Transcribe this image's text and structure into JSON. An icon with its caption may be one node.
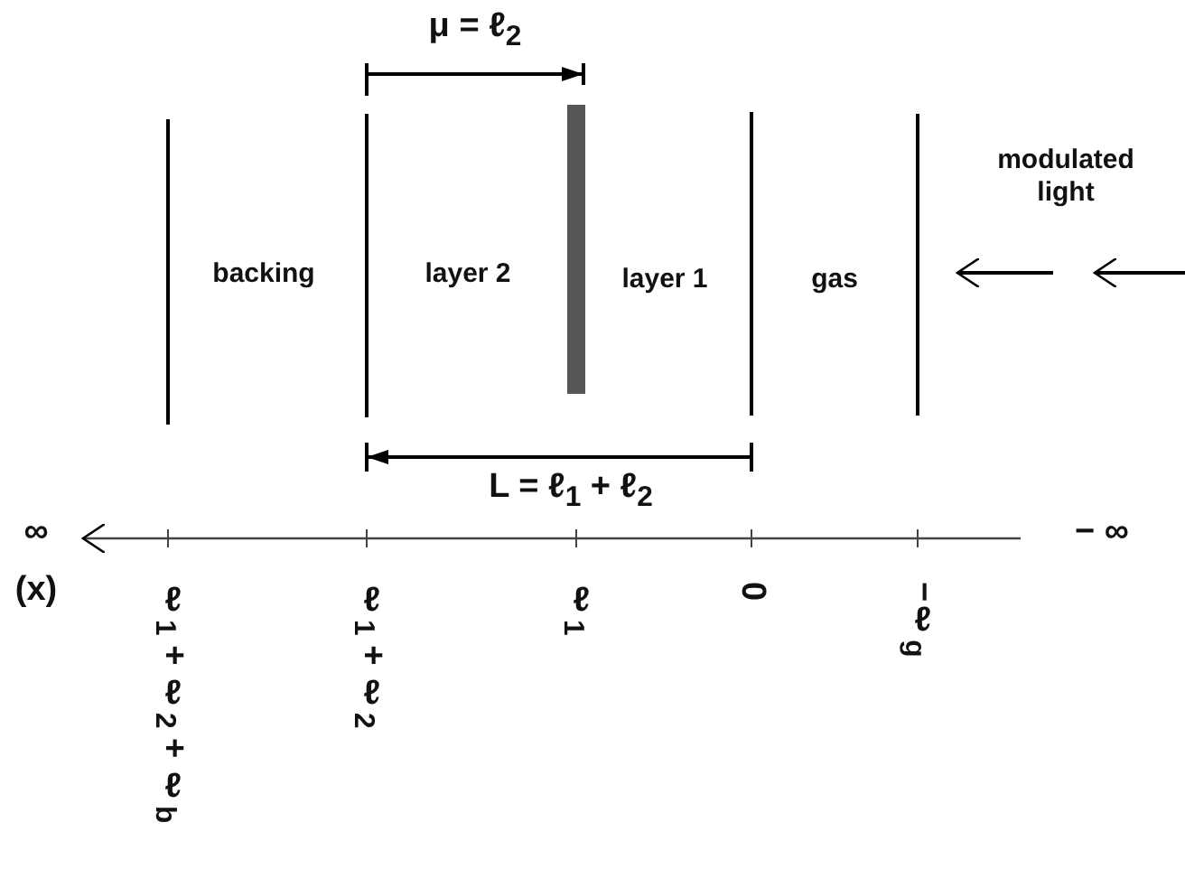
{
  "diagram": {
    "labels": [
      "μ = ℓ$_{2}$",
      "modulated light",
      "backing",
      "layer 2",
      "layer 1",
      "gas",
      "L = ℓ$_{1}$ + ℓ$_{2}$",
      "∞",
      "− ∞",
      "(x)",
      "ℓ$_{1}$ + ℓ$_{2}$ + ℓ$_{b}$",
      "ℓ$_{1}$ + ℓ$_{2}$",
      "ℓ$_{1}$",
      "0",
      "−ℓ$_{g}$"
    ]
  }
}
